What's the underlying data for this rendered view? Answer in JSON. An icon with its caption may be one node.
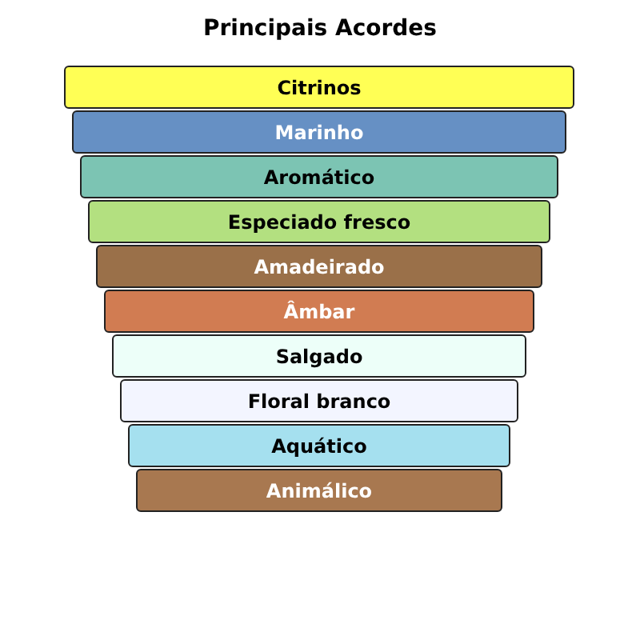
{
  "diagram": {
    "title": "Principais Acordes",
    "nodes": [
      {
        "text": [
          "Citrinos"
        ]
      },
      {
        "text": [
          "Marinho"
        ]
      },
      {
        "text": [
          "Aromático"
        ]
      },
      {
        "text": [
          "Especiado fresco"
        ]
      },
      {
        "text": [
          "Amadeirado"
        ]
      },
      {
        "text": [
          "Âmbar"
        ]
      },
      {
        "text": [
          "Salgado"
        ]
      },
      {
        "text": [
          "Floral branco"
        ]
      },
      {
        "text": [
          "Aquático"
        ]
      },
      {
        "text": [
          "Animálico"
        ]
      }
    ]
  }
}
